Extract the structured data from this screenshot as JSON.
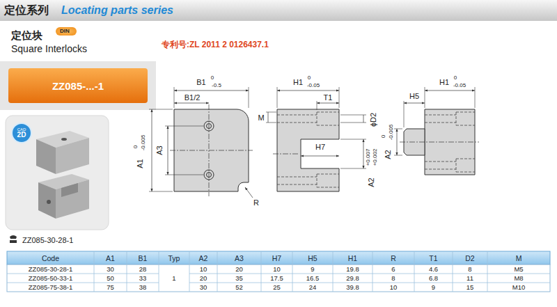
{
  "diagram": {
    "nodes": [
      {
        "text": [
          "定位系列",
          "Locating parts series"
        ]
      },
      {
        "text": [
          "DIN"
        ]
      },
      {
        "text": [
          "ZZ085-...-1"
        ]
      },
      {
        "text": [
          "CAD",
          "2D"
        ]
      }
    ],
    "labels": [
      "定位块",
      "Square Interlocks",
      "专利号:ZL 2011 2 0126437.1",
      "B1",
      "0",
      "-0.5",
      "B1/2",
      "A1",
      "0",
      "-0.005",
      "A3",
      "R",
      "H1",
      "0",
      "-0.05",
      "T1",
      "M",
      "ϕD2",
      "H7",
      "A2",
      "+0.007",
      "+0.002",
      "H5",
      "H1",
      "0",
      "-0.05",
      "A2",
      "0",
      "-0.005",
      "ZZ085-30-28-1",
      "Code",
      "A1",
      "B1",
      "Typ",
      "A2",
      "A3",
      "H7",
      "H5",
      "H1",
      "R",
      "T1",
      "D2",
      "M",
      "ZZ085-30-28-1",
      "30",
      "28",
      "10",
      "20",
      "10",
      "9",
      "19.8",
      "6",
      "4.6",
      "8",
      "M5",
      "ZZ085-50-33-1",
      "50",
      "33",
      "1",
      "20",
      "35",
      "17.5",
      "16.5",
      "29.8",
      "8",
      "6.8",
      "11",
      "M8",
      "ZZ085-75-38-1",
      "75",
      "38",
      "30",
      "52",
      "25",
      "24",
      "39.8",
      "10",
      "9",
      "15",
      "M10"
    ]
  }
}
